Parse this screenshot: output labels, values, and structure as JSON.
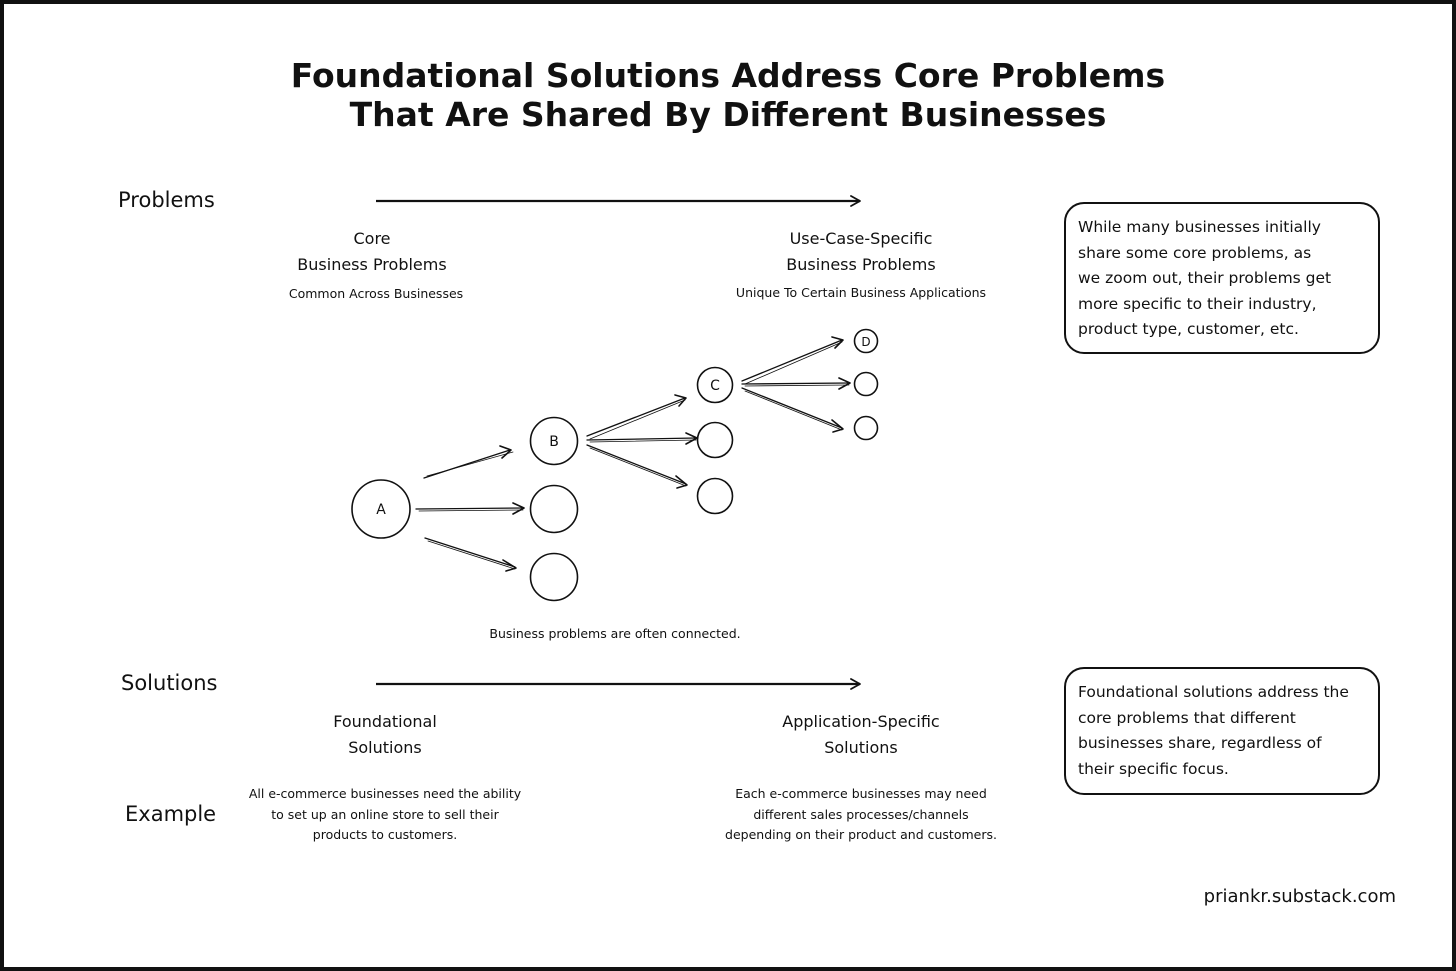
{
  "title": {
    "line1": "Foundational Solutions Address Core Problems",
    "line2": "That Are Shared By Different Businesses"
  },
  "problems": {
    "label": "Problems",
    "left_heading": [
      "Core",
      "Business Problems"
    ],
    "left_sub": "Common Across Businesses",
    "right_heading": [
      "Use-Case-Specific",
      "Business Problems"
    ],
    "right_sub": "Unique To Certain Business Applications",
    "connected_note": "Business problems are often connected."
  },
  "solutions": {
    "label": "Solutions",
    "left_heading": [
      "Foundational",
      "Solutions"
    ],
    "right_heading": [
      "Application-Specific",
      "Solutions"
    ]
  },
  "example": {
    "label": "Example",
    "left_text": [
      "All e-commerce businesses need the ability",
      "to set up an online store to sell their",
      "products to customers."
    ],
    "right_text": [
      "Each e-commerce businesses may need",
      "different sales processes/channels",
      "depending on their product and customers."
    ]
  },
  "notes": {
    "problems_note": [
      "While many businesses initially",
      "share some core problems, as",
      "we zoom out, their problems get",
      "more specific to their industry,",
      "product type, customer, etc."
    ],
    "solutions_note": [
      "Foundational solutions address the",
      "core problems that different",
      "businesses share, regardless of",
      "their specific focus."
    ]
  },
  "tree_nodes": [
    "A",
    "B",
    "C",
    "D"
  ],
  "credit": "priankr.substack.com",
  "colors": {
    "ink": "#111111",
    "background": "#ffffff"
  }
}
